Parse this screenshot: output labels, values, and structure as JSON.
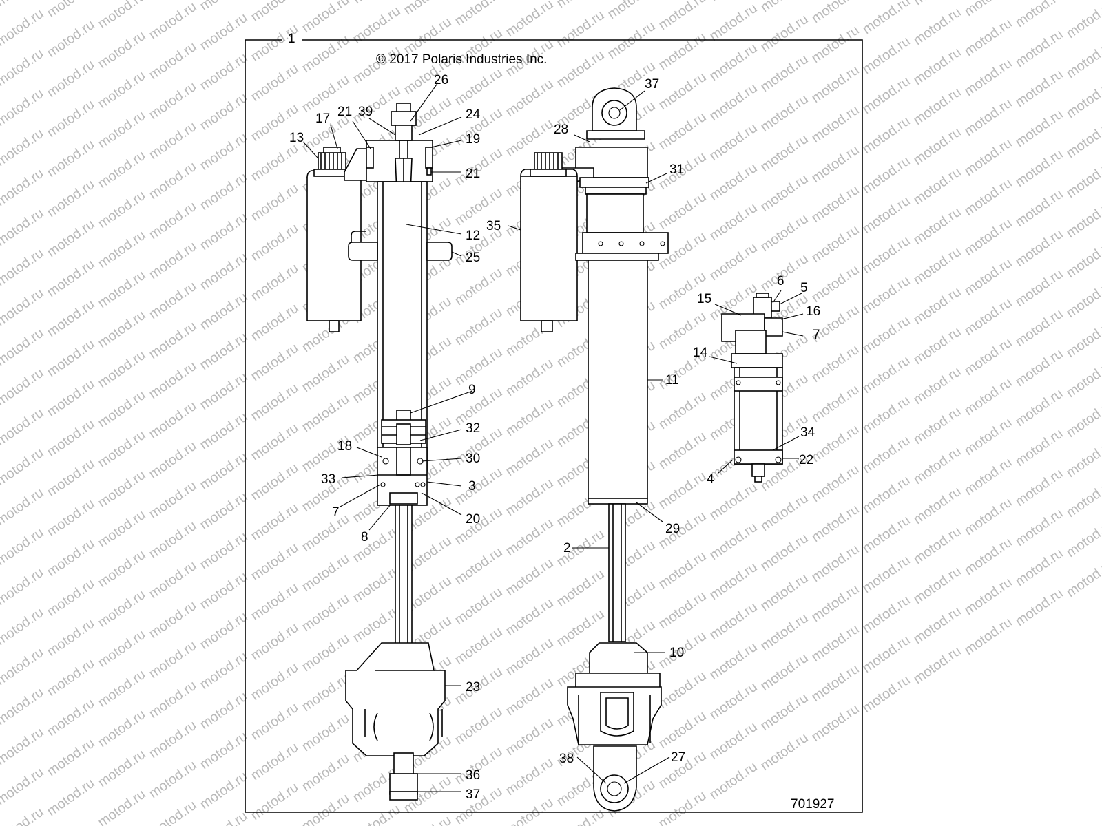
{
  "copyright": "© 2017 Polaris Industries Inc.",
  "reference_number": "701927",
  "watermark_text": "motod.ru",
  "frame_callout": "1",
  "callouts": {
    "c26": "26",
    "c24": "24",
    "c19": "19",
    "c21a": "21",
    "c21b": "21",
    "c39": "39",
    "c17": "17",
    "c13": "13",
    "c12": "12",
    "c25": "25",
    "c9": "9",
    "c32": "32",
    "c18": "18",
    "c30": "30",
    "c33": "33",
    "c3": "3",
    "c7a": "7",
    "c20": "20",
    "c8": "8",
    "c23": "23",
    "c36": "36",
    "c37a": "37",
    "c37b": "37",
    "c28": "28",
    "c31": "31",
    "c35": "35",
    "c11": "11",
    "c29": "29",
    "c2": "2",
    "c10": "10",
    "c38": "38",
    "c27": "27",
    "c6": "6",
    "c5": "5",
    "c15": "15",
    "c16": "16",
    "c7b": "7",
    "c14": "14",
    "c34": "34",
    "c22": "22",
    "c4": "4"
  }
}
